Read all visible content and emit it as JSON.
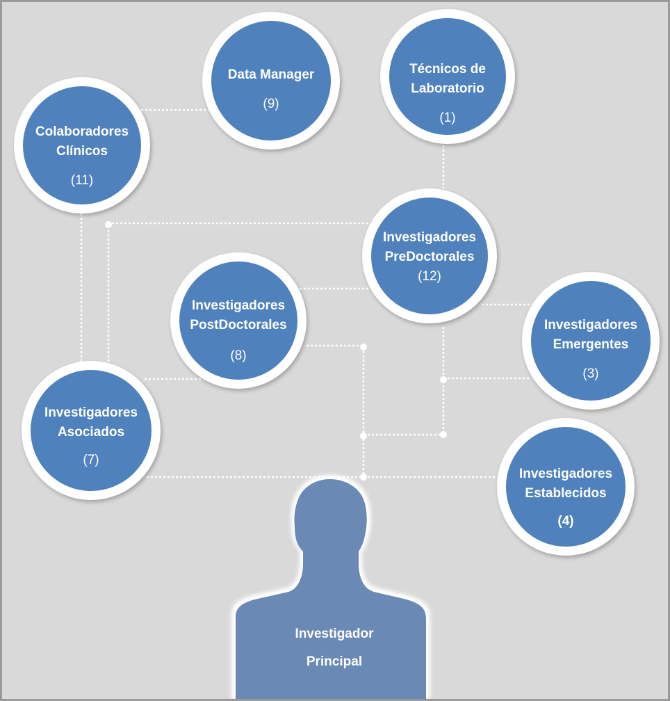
{
  "diagram": {
    "nodes": [
      {
        "id": "colaboradores-clinicos",
        "title": [
          "Colaboradores",
          "Clínicos"
        ],
        "count": "(11)"
      },
      {
        "id": "data-manager",
        "title": [
          "Data Manager"
        ],
        "count": "(9)"
      },
      {
        "id": "tecnicos-laboratorio",
        "title": [
          "Técnicos de",
          "Laboratorio"
        ],
        "count": "(1)"
      },
      {
        "id": "investigadores-predoctorales",
        "title": [
          "Investigadores",
          "PreDoctorales"
        ],
        "count": "(12)"
      },
      {
        "id": "investigadores-postdoctorales",
        "title": [
          "Investigadores",
          "PostDoctorales"
        ],
        "count": "(8)"
      },
      {
        "id": "investigadores-emergentes",
        "title": [
          "Investigadores",
          "Emergentes"
        ],
        "count": "(3)"
      },
      {
        "id": "investigadores-asociados",
        "title": [
          "Investigadores",
          "Asociados"
        ],
        "count": "(7)"
      },
      {
        "id": "investigadores-establecidos",
        "title": [
          "Investigadores",
          "Establecidos"
        ],
        "count": "(4)"
      }
    ],
    "principal": {
      "line1": "Investigador",
      "line2": "Principal"
    },
    "colors": {
      "background": "#d9d9d9",
      "node_fill": "#4f81bd",
      "node_ring": "#ffffff",
      "silhouette": "#6a8ab5",
      "connector": "#ffffff"
    }
  }
}
